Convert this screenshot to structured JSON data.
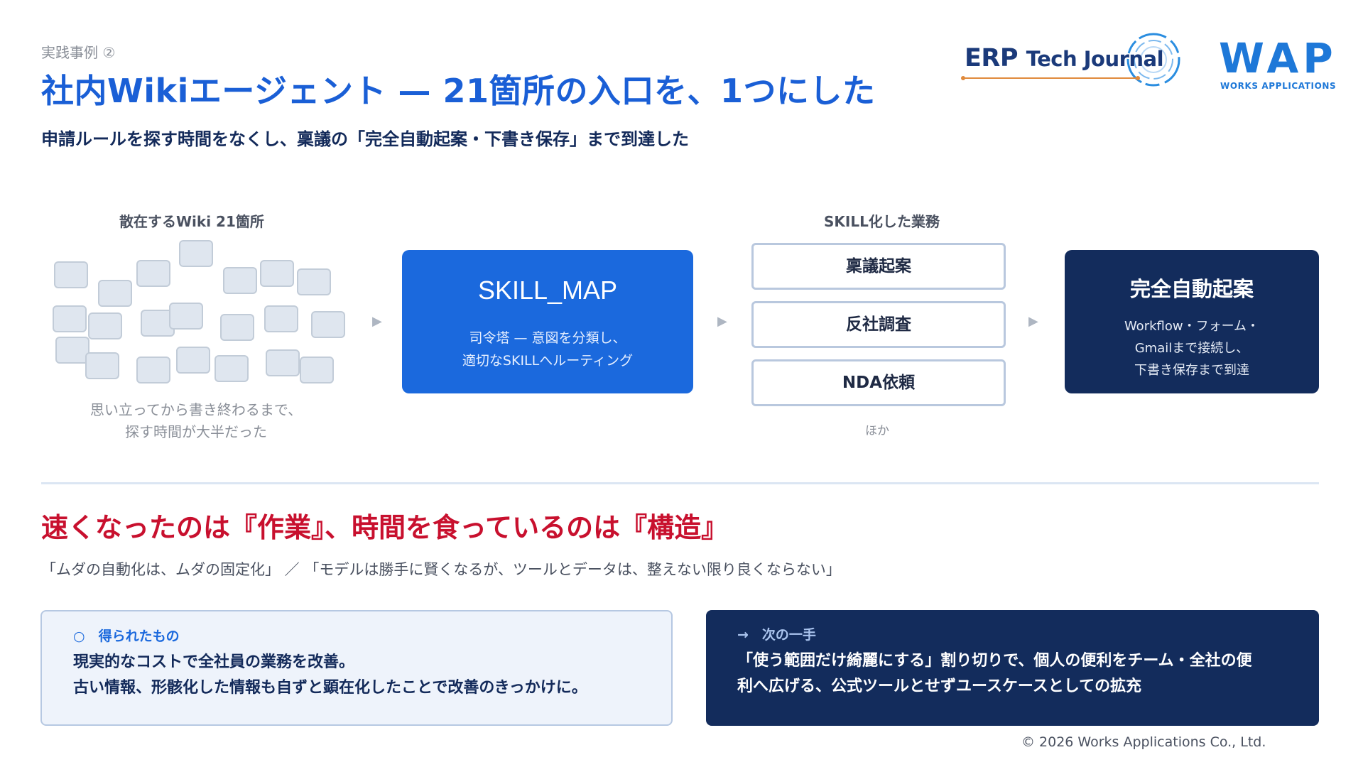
{
  "header": {
    "eyebrow": "実践事例 ②",
    "title": "社内Wikiエージェント — 21箇所の入口を、1つにした",
    "subtitle": "申請ルールを探す時間をなくし、稟議の「完全自動起案・下書き保存」まで到達した"
  },
  "logos": {
    "erp_brand": "ERP",
    "erp_rest": "Tech Journal",
    "wap": "WAP",
    "wap_sub": "WORKS APPLICATIONS"
  },
  "diagram": {
    "wiki_label": "散在するWiki  21箇所",
    "wiki_caption_line1": "思い立ってから書き終わるまで、",
    "wiki_caption_line2": "探す時間が大半だった",
    "skill_map_title": "SKILL_MAP",
    "skill_map_desc_line1": "司令塔 — 意図を分類し、",
    "skill_map_desc_line2": "適切なSKILLへルーティング",
    "skill_label": "SKILL化した業務",
    "tasks": [
      "稟議起案",
      "反社調査",
      "NDA依頼"
    ],
    "tasks_more": "ほか",
    "final_title": "完全自動起案",
    "final_desc_line1": "Workflow・フォーム・",
    "final_desc_line2": "Gmailまで接続し、",
    "final_desc_line3": "下書き保存まで到達"
  },
  "bottom": {
    "headline": "速くなったのは『作業』、時間を食っているのは『構造』",
    "quote": "「ムダの自動化は、ムダの固定化」 ／ 「モデルは勝手に賢くなるが、ツールとデータは、整えない限り良くならない」",
    "gained_head": "○　得られたもの",
    "gained_line1": "現実的なコストで全社員の業務を改善。",
    "gained_line2": "古い情報、形骸化した情報も自ずと顕在化したことで改善のきっかけに。",
    "next_head": "→　次の一手",
    "next_line1": "「使う範囲だけ綺麗にする」割り切りで、個人の便利をチーム・全社の便",
    "next_line2": "利へ広げる、公式ツールとせずユースケースとしての拡充"
  },
  "footer": {
    "copyright": "© 2026 Works Applications Co., Ltd."
  },
  "colors": {
    "title_blue": "#1a5fd6",
    "navy": "#132c5c",
    "accent_red": "#c8102e",
    "skill_blue": "#1b69dd"
  }
}
